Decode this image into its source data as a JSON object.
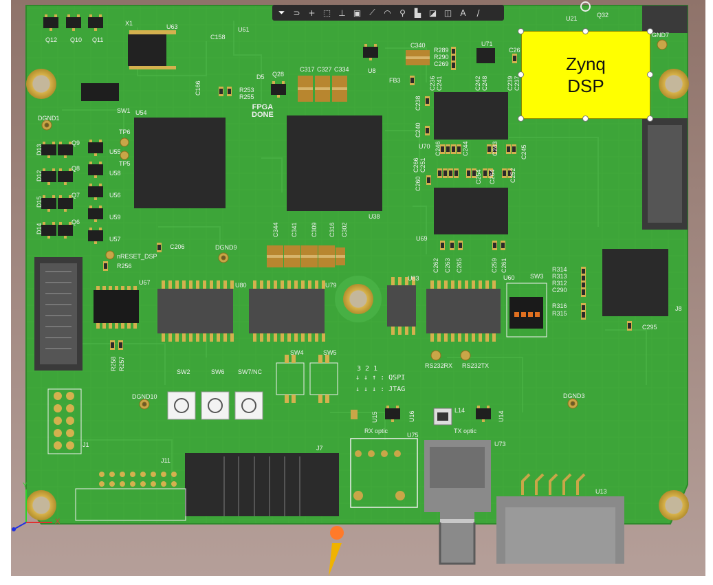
{
  "toolbar": {
    "tools": [
      {
        "icon": "filter-icon",
        "glyph": "⏷"
      },
      {
        "icon": "snap-icon",
        "glyph": "⊃"
      },
      {
        "icon": "cross-icon",
        "glyph": "+"
      },
      {
        "icon": "select-rect-icon",
        "glyph": "⬚"
      },
      {
        "icon": "align-icon",
        "glyph": "⊥"
      },
      {
        "icon": "component-icon",
        "glyph": "▣"
      },
      {
        "icon": "route-icon",
        "glyph": "⟋"
      },
      {
        "icon": "arc-icon",
        "glyph": "◠"
      },
      {
        "icon": "pin-icon",
        "glyph": "⚲"
      },
      {
        "icon": "fill-icon",
        "glyph": "▙"
      },
      {
        "icon": "polygon-icon",
        "glyph": "◪"
      },
      {
        "icon": "chart-icon",
        "glyph": "◫"
      },
      {
        "icon": "text-icon",
        "glyph": "A"
      },
      {
        "icon": "line-icon",
        "glyph": "/"
      }
    ]
  },
  "callout": {
    "line1": "Zynq",
    "line2": "DSP"
  },
  "board": {
    "fpga_label": {
      "line1": "FPGA",
      "line2": "DONE"
    },
    "jumper_legend": {
      "row1": "3 2 1",
      "row2": "↓ ↓ ↑ : QSPI",
      "row3": "↓ ↓ ↓ : JTAG"
    },
    "switch_labels": [
      "SW2",
      "SW6",
      "SW7/NC",
      "SW4",
      "SW5",
      "SW3",
      "SW1"
    ],
    "refdes": [
      "Q12",
      "Q10",
      "Q11",
      "X1",
      "U63",
      "C158",
      "U61",
      "Q32",
      "U21",
      "GND7",
      "C340",
      "U71",
      "C26",
      "U8",
      "FB3",
      "R289",
      "R290",
      "C269",
      "Q28",
      "D5",
      "C166",
      "R253",
      "R255",
      "C317",
      "C327",
      "C334",
      "C236",
      "C241",
      "C242",
      "C248",
      "C239",
      "C237",
      "DGND1",
      "TP6",
      "TP5",
      "U54",
      "U55",
      "U58",
      "U56",
      "U59",
      "U57",
      "Q9",
      "Q8",
      "Q7",
      "Q6",
      "D13",
      "D12",
      "D15",
      "D14",
      "U38",
      "C238",
      "C240",
      "U70",
      "C246",
      "C244",
      "C243",
      "C245",
      "C266",
      "C251",
      "C260",
      "C254",
      "C264",
      "C252",
      "U69",
      "nRESET_DSP",
      "R256",
      "C206",
      "DGND9",
      "C344",
      "C341",
      "C309",
      "C316",
      "C302",
      "U67",
      "U80",
      "U79",
      "U83",
      "U60",
      "C262",
      "C263",
      "C265",
      "C259",
      "C261",
      "R314",
      "R313",
      "R312",
      "C290",
      "R316",
      "R315",
      "J8",
      "C295",
      "R258",
      "R257",
      "RS232RX",
      "RS232TX",
      "J1",
      "DGND10",
      "U15",
      "U16",
      "U14",
      "L14",
      "RX optic",
      "TX optic",
      "U75",
      "U73",
      "U13",
      "J7",
      "J11",
      "DGND3"
    ],
    "rx_optic": "RX optic",
    "tx_optic": "TX optic"
  },
  "axes": {
    "x": "X",
    "y": "Y"
  },
  "colors": {
    "board": "#3ea23a",
    "board_dark": "#2f8f2c",
    "gold": "#c9a648",
    "ic": "#2a2a2a",
    "callout": "#ffff00",
    "floor": "#9c7b72"
  }
}
